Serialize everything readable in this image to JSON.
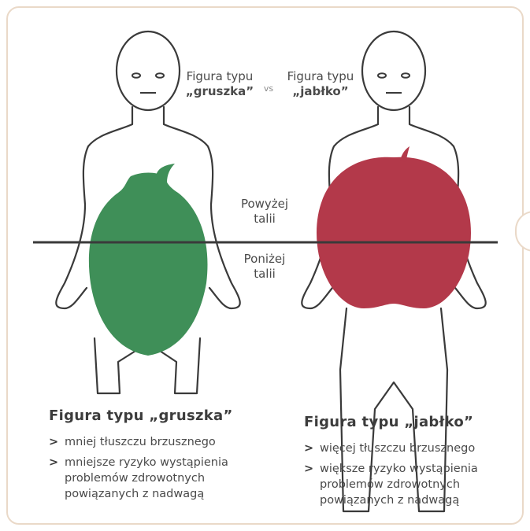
{
  "colors": {
    "pear": "#3f8f58",
    "apple": "#b3394a",
    "line": "#3a3a3a",
    "border": "#ead9c8"
  },
  "header": {
    "pear_line1": "Figura typu",
    "pear_line2": "„gruszka”",
    "vs": "vs",
    "apple_line1": "Figura typu",
    "apple_line2": "„jabłko”"
  },
  "waist": {
    "above_line1": "Powyżej",
    "above_line2": "talii",
    "below_line1": "Poniżej",
    "below_line2": "talii"
  },
  "pear_block": {
    "title": "Figura typu „gruszka”",
    "items": [
      "mniej tłuszczu brzusznego",
      "mniejsze ryzyko wystąpienia problemów zdrowotnych powiązanych z nadwagą"
    ]
  },
  "apple_block": {
    "title": "Figura typu „jabłko”",
    "items": [
      "więcej tłuszczu brzusznego",
      "większe ryzyko wystąpienia problemów zdrowotnych powiązanych z nadwagą"
    ]
  },
  "bullet": ">"
}
